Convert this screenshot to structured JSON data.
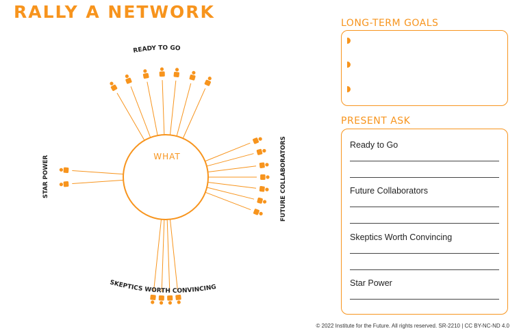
{
  "title": "RALLY A NETWORK",
  "diagram": {
    "center_label": "WHAT",
    "groups": {
      "ready_to_go": "READY TO GO",
      "future_collaborators": "FUTURE COLLABORATORS",
      "skeptics": "SKEPTICS WORTH CONVINCING",
      "star_power": "STAR POWER"
    },
    "accent_color": "#f7941d"
  },
  "goals": {
    "label": "LONG-TERM GOALS",
    "bullets": [
      "",
      "",
      ""
    ]
  },
  "ask": {
    "label": "PRESENT ASK",
    "items": [
      "Ready to Go",
      "Future Collaborators",
      "Skeptics Worth Convincing",
      "Star Power"
    ]
  },
  "footer": "© 2022 Institute for the Future. All rights reserved. SR-2210 | CC BY-NC-ND 4.0"
}
